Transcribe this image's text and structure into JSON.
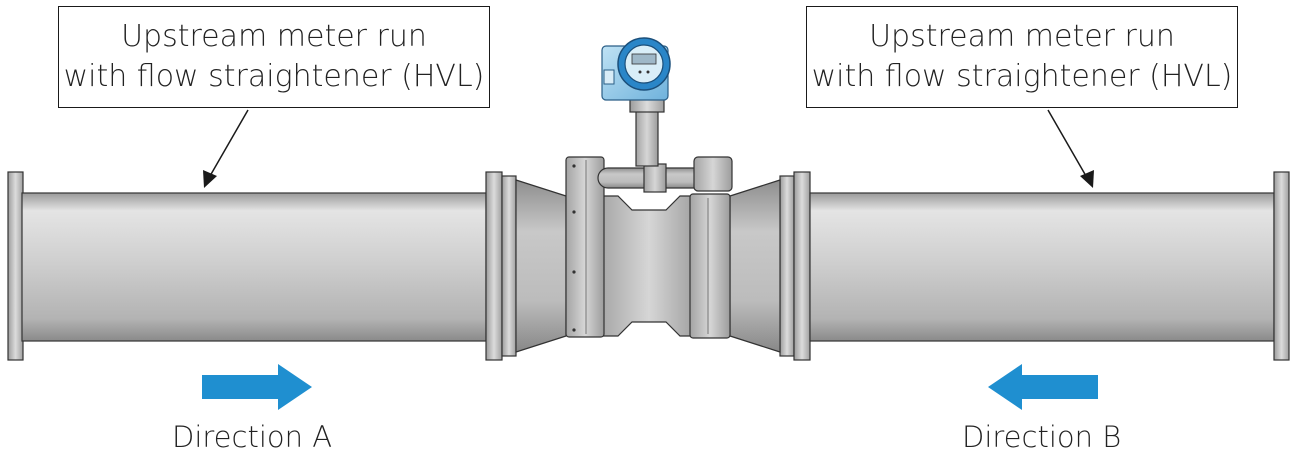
{
  "labels": {
    "upstream_left": {
      "line1": "Upstream meter run",
      "line2": "with flow straightener (HVL)"
    },
    "upstream_right": {
      "line1": "Upstream meter run",
      "line2": "with flow straightener (HVL)"
    },
    "direction_a": "Direction A",
    "direction_b": "Direction B"
  },
  "colors": {
    "flow_arrow": "#1f8fd0",
    "pipe_mid": "#cfcfcf",
    "housing_blue": "#2a86c8"
  },
  "arrows": {
    "direction_a": "right",
    "direction_b": "left"
  }
}
